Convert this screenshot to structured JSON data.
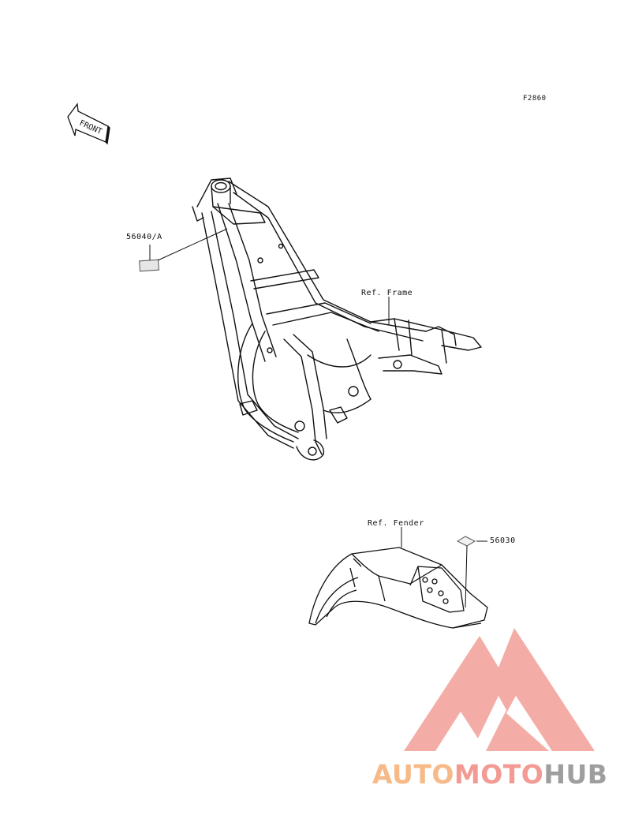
{
  "figure_id": "F2860",
  "front_arrow": {
    "text": "FRONT",
    "icon": "front-arrow-icon"
  },
  "labels": {
    "part_a": "56040/A",
    "ref_frame": "Ref. Frame",
    "ref_fender": "Ref. Fender",
    "part_b": "56030"
  },
  "watermark": {
    "word_1": "AUTO",
    "word_2": "MOTO",
    "word_3": "HUB",
    "colors": {
      "auto": "#f6b987",
      "moto": "#f29a93",
      "hub": "#9e9e9e",
      "logo": "#f29a93"
    }
  },
  "icons": [
    "front-arrow-icon",
    "frame-drawing",
    "fender-drawing",
    "label-sticker-icon",
    "logo-triangle-icon"
  ]
}
